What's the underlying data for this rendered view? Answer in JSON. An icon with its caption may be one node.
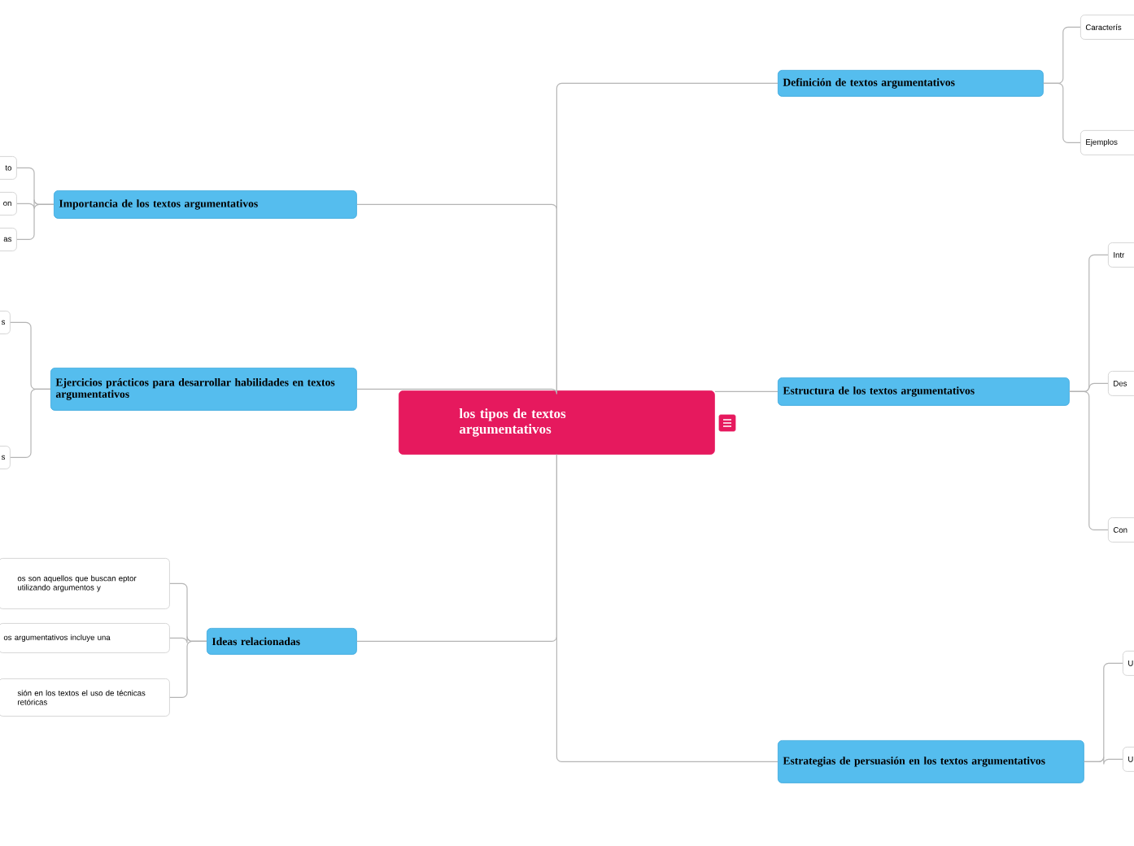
{
  "diagram": {
    "nodes": [
      {
        "text": [
          "los tipos de textos argumentativos"
        ]
      },
      {
        "text": [
          "Definición de textos argumentativos"
        ]
      },
      {
        "text": [
          "Estructura de los textos argumentativos"
        ]
      },
      {
        "text": [
          "Estrategias de persuasión en los textos argumentativos"
        ]
      },
      {
        "text": [
          "Importancia de los textos argumentativos"
        ]
      },
      {
        "text": [
          "Ejercicios prácticos para desarrollar habilidades en textos argumentativos"
        ]
      },
      {
        "text": [
          "Ideas relacionadas"
        ]
      },
      {
        "text": [
          "Caracterís"
        ]
      },
      {
        "text": [
          "Ejemplos"
        ]
      },
      {
        "text": [
          "Intr"
        ]
      },
      {
        "text": [
          "Des"
        ]
      },
      {
        "text": [
          "Con"
        ]
      },
      {
        "text": [
          "U"
        ]
      },
      {
        "text": [
          "U"
        ]
      },
      {
        "text": [
          "to"
        ]
      },
      {
        "text": [
          "on"
        ]
      },
      {
        "text": [
          "as"
        ]
      },
      {
        "text": [
          "s"
        ]
      },
      {
        "text": [
          "s"
        ]
      },
      {
        "text": [
          "os son aquellos que buscan eptor utilizando argumentos y"
        ]
      },
      {
        "text": [
          "os argumentativos incluye una"
        ]
      },
      {
        "text": [
          "sión en los textos el uso de técnicas retóricas"
        ]
      }
    ],
    "edges": [
      {
        "from": 0,
        "to": 1,
        "arrow": "none"
      },
      {
        "from": 0,
        "to": 2,
        "arrow": "none"
      },
      {
        "from": 0,
        "to": 3,
        "arrow": "none"
      },
      {
        "from": 0,
        "to": 4,
        "arrow": "none"
      },
      {
        "from": 0,
        "to": 5,
        "arrow": "none"
      },
      {
        "from": 0,
        "to": 6,
        "arrow": "none"
      },
      {
        "from": 1,
        "to": 7,
        "arrow": "none"
      },
      {
        "from": 1,
        "to": 8,
        "arrow": "none"
      },
      {
        "from": 2,
        "to": 9,
        "arrow": "none"
      },
      {
        "from": 2,
        "to": 10,
        "arrow": "none"
      },
      {
        "from": 2,
        "to": 11,
        "arrow": "none"
      },
      {
        "from": 3,
        "to": 12,
        "arrow": "none"
      },
      {
        "from": 3,
        "to": 13,
        "arrow": "none"
      },
      {
        "from": 4,
        "to": 14,
        "arrow": "none"
      },
      {
        "from": 4,
        "to": 15,
        "arrow": "none"
      },
      {
        "from": 4,
        "to": 16,
        "arrow": "none"
      },
      {
        "from": 5,
        "to": 17,
        "arrow": "none"
      },
      {
        "from": 5,
        "to": 18,
        "arrow": "none"
      },
      {
        "from": 6,
        "to": 19,
        "arrow": "none"
      },
      {
        "from": 6,
        "to": 20,
        "arrow": "none"
      },
      {
        "from": 6,
        "to": 21,
        "arrow": "none"
      }
    ]
  }
}
